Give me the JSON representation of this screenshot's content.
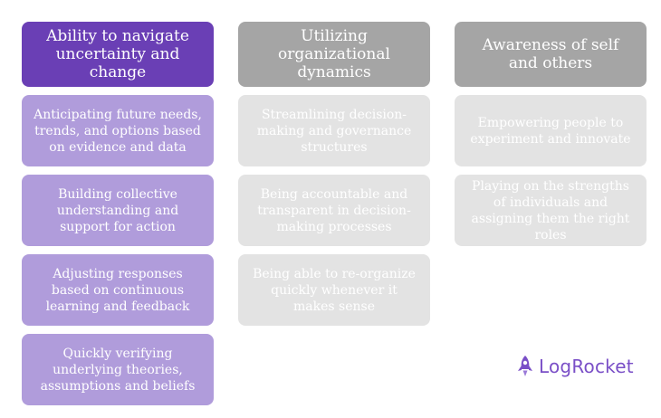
{
  "columns": [
    {
      "header": "Ability to navigate uncertainty and change",
      "items": [
        "Anticipating future needs, trends, and options based on evidence and data",
        "Building collective understanding and support for action",
        "Adjusting responses based on continuous learning and feedback",
        "Quickly verifying underlying theories, assumptions and beliefs"
      ]
    },
    {
      "header": "Utilizing organizational dynamics",
      "items": [
        "Streamlining decision-making and governance structures",
        "Being accountable and transparent in decision-making processes",
        "Being able to re-organize quickly whenever it makes sense"
      ]
    },
    {
      "header": "Awareness of self and others",
      "items": [
        "Empowering people to experiment and innovate",
        "Playing on the strengths of individuals and assigning them the right roles"
      ]
    }
  ],
  "logo": {
    "text": "LogRocket",
    "icon": "rocket-icon",
    "color": "#7a4fc7"
  },
  "colors": {
    "primary_header": "#6a3fb5",
    "primary_card": "#b09cdb",
    "secondary_header": "#a5a5a5",
    "secondary_card": "#e3e3e3"
  }
}
